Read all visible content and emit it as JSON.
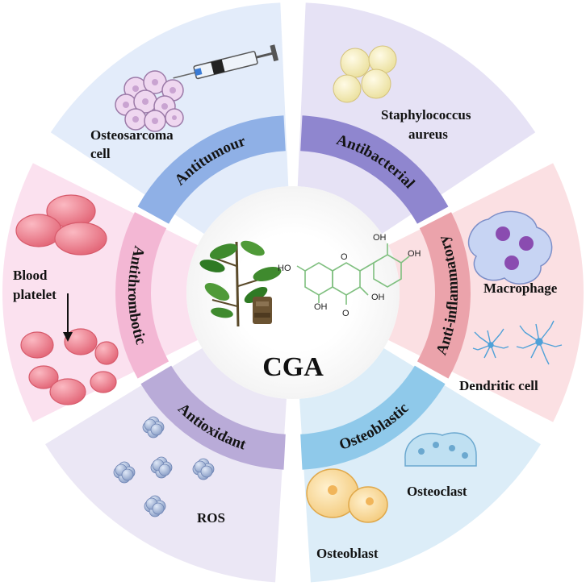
{
  "center": {
    "label": "CGA"
  },
  "sectors": [
    {
      "id": "antitumour",
      "band": "Antitumour",
      "labels": [
        "Osteosarcoma",
        "cell"
      ],
      "outer": "#e3ecfa",
      "bandColor": "#8fb0e6",
      "icons": [
        "osteosarcoma-cell-icon",
        "syringe-icon"
      ]
    },
    {
      "id": "antibacterial",
      "band": "Antibacterial",
      "labels": [
        "Staphylococcus",
        "aureus"
      ],
      "outer": "#e6e2f5",
      "bandColor": "#8f86cf",
      "icons": [
        "staphylococcus-icon"
      ]
    },
    {
      "id": "anti-inflammatory",
      "band": "Anti-inflammatory",
      "labels": [
        "Macrophage",
        "Dendritic cell"
      ],
      "outer": "#fbe0e3",
      "bandColor": "#eba3ab",
      "icons": [
        "macrophage-icon",
        "dendritic-cell-icon"
      ]
    },
    {
      "id": "osteoblastic",
      "band": "Osteoblastic",
      "labels": [
        "Osteoclast",
        "Osteoblast"
      ],
      "outer": "#dcedf8",
      "bandColor": "#8fc9ea",
      "icons": [
        "osteoclast-icon",
        "osteoblast-icon"
      ]
    },
    {
      "id": "antioxidant",
      "band": "Antioxidant",
      "labels": [
        "ROS"
      ],
      "outer": "#ebe7f5",
      "bandColor": "#b9abd8",
      "icons": [
        "ros-icon"
      ]
    },
    {
      "id": "antithrombotic",
      "band": "Antithrombotic",
      "labels": [
        "Blood",
        "platelet"
      ],
      "outer": "#fbe1ef",
      "bandColor": "#f3b7d4",
      "icons": [
        "blood-platelet-icon",
        "down-arrow-icon"
      ]
    }
  ],
  "molecule": {
    "labels": [
      "HO",
      "OH",
      "OH",
      "OH",
      "OH",
      "O",
      "O"
    ]
  }
}
